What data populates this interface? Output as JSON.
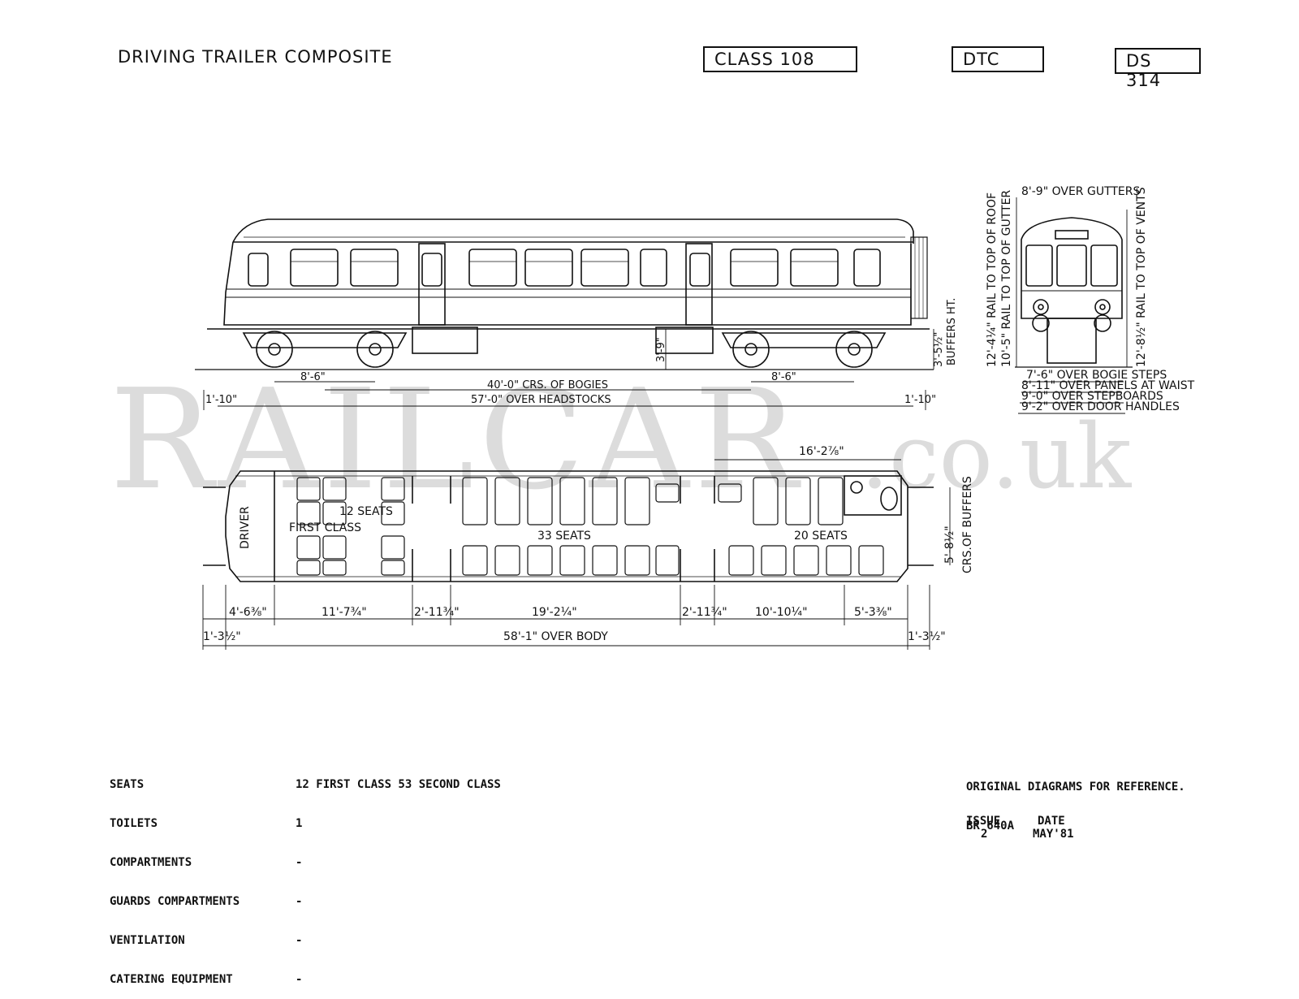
{
  "header": {
    "title": "DRIVING TRAILER COMPOSITE",
    "class_box": "CLASS 108",
    "type_box": "DTC",
    "sheet_box": "DS 314"
  },
  "watermark": {
    "main": "RAILCAR",
    "suffix": ".co.uk"
  },
  "side_elevation": {
    "dims": {
      "bogie_wheelbase_left": "8'-6\"",
      "bogie_wheelbase_right": "8'-6\"",
      "centres_of_bogies": "40'-0\" CRS. OF BOGIES",
      "over_headstocks": "57'-0\" OVER HEADSTOCKS",
      "overhang_left": "1'-10\"",
      "overhang_right": "1'-10\"",
      "underframe_height": "3'-9\"",
      "buffer_height": "3'-5½\"",
      "buffers_label": "BUFFERS HT."
    }
  },
  "end_elevation": {
    "labels": {
      "over_gutters": "8'-9\" OVER GUTTERS",
      "rail_to_roof": "12'-4¼\" RAIL TO TOP OF ROOF",
      "rail_to_gutter": "10'-5\" RAIL TO TOP OF GUTTER",
      "rail_to_vents": "12'-8½\" RAIL TO TOP OF VENTS",
      "bogie_steps": "7'-6\" OVER BOGIE STEPS",
      "panels_waist": "8'-11\" OVER PANELS AT WAIST",
      "stepboards": "9'-0\" OVER STEPBOARDS",
      "door_handles": "9'-2\" OVER DOOR HANDLES"
    }
  },
  "plan": {
    "labels": {
      "driver": "DRIVER",
      "first_seats": "12 SEATS",
      "first_class": "FIRST CLASS",
      "seats_33": "33 SEATS",
      "seats_20": "20 SEATS",
      "toilet_dim": "16'-2⅞\"",
      "buffer_centres": "5'-8½\"",
      "buffer_centres_label": "CRS.OF BUFFERS",
      "overall": "58'-1\" OVER BODY"
    },
    "segments": [
      "1'-3½\"",
      "4'-6⅜\"",
      "11'-7¾\"",
      "2'-11¾\"",
      "19'-2¼\"",
      "2'-11¾\"",
      "10'-10¼\"",
      "5'-3⅜\"",
      "1'-3½\""
    ]
  },
  "summary": {
    "rows": [
      {
        "label": "SEATS",
        "value": "12 FIRST CLASS 53 SECOND CLASS"
      },
      {
        "label": "TOILETS",
        "value": "1"
      },
      {
        "label": "COMPARTMENTS",
        "value": "-"
      },
      {
        "label": "GUARDS COMPARTMENTS",
        "value": "-"
      },
      {
        "label": "VENTILATION",
        "value": "-"
      },
      {
        "label": "CATERING EQUIPMENT",
        "value": "-"
      }
    ]
  },
  "reference": {
    "line1": "ORIGINAL DIAGRAMS FOR REFERENCE.",
    "line2": "BR 640A",
    "issue_label": "ISSUE",
    "issue_value": "2",
    "date_label": "DATE",
    "date_value": "MAY'81"
  }
}
